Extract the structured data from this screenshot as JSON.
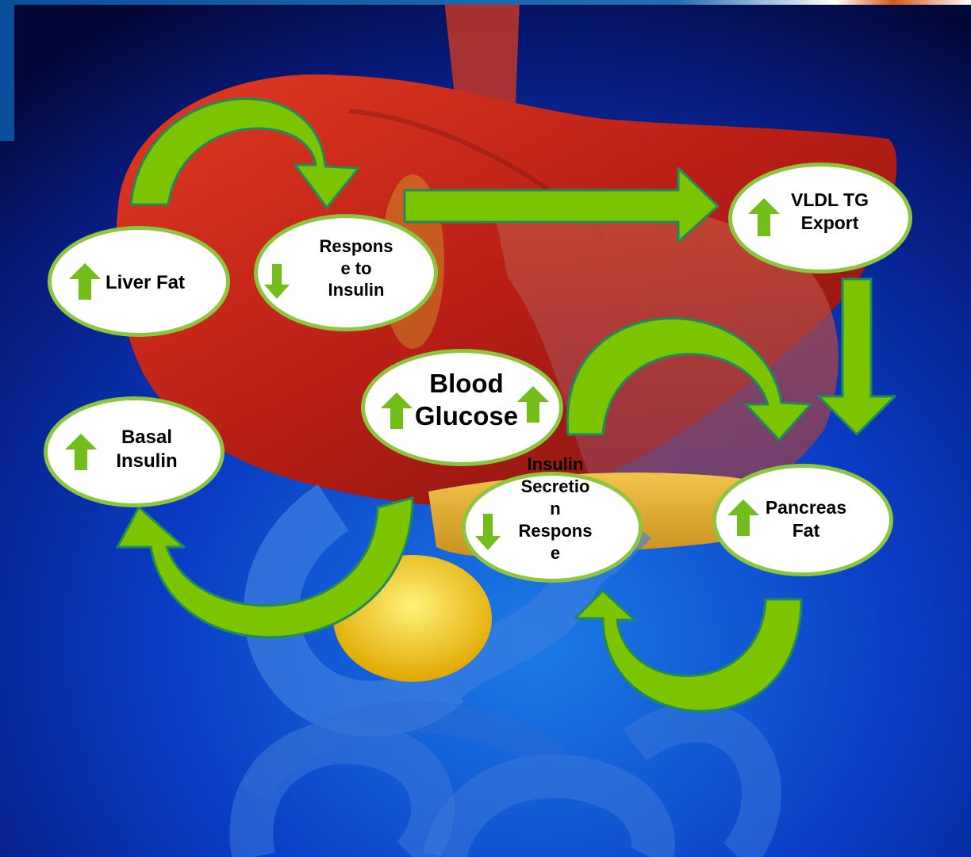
{
  "colors": {
    "arrow": "#7dc400",
    "arrow_outline": "#1f8a5c",
    "node_border": "#8cc63f",
    "indicator": "#73bd1a",
    "background": "#0a1a8c",
    "liver": "#c8231a"
  },
  "icons": [
    "up-arrow-icon",
    "down-arrow-icon"
  ],
  "nodes": {
    "liver_fat": {
      "label": "Liver Fat",
      "indicator": "up"
    },
    "response_to_insulin": {
      "label": "Respons\ne to\nInsulin",
      "indicator": "down"
    },
    "vldl_tg_export": {
      "label": "VLDL TG\nExport",
      "indicator": "up"
    },
    "blood_glucose": {
      "label": "Blood\nGlucose",
      "indicator": "up"
    },
    "basal_insulin": {
      "label": "Basal\nInsulin",
      "indicator": "up"
    },
    "insulin_secretion_response": {
      "label": "Insulin\nSecretio\nn\nRespons\ne",
      "indicator": "down"
    },
    "pancreas_fat": {
      "label": "Pancreas\nFat",
      "indicator": "up"
    }
  }
}
